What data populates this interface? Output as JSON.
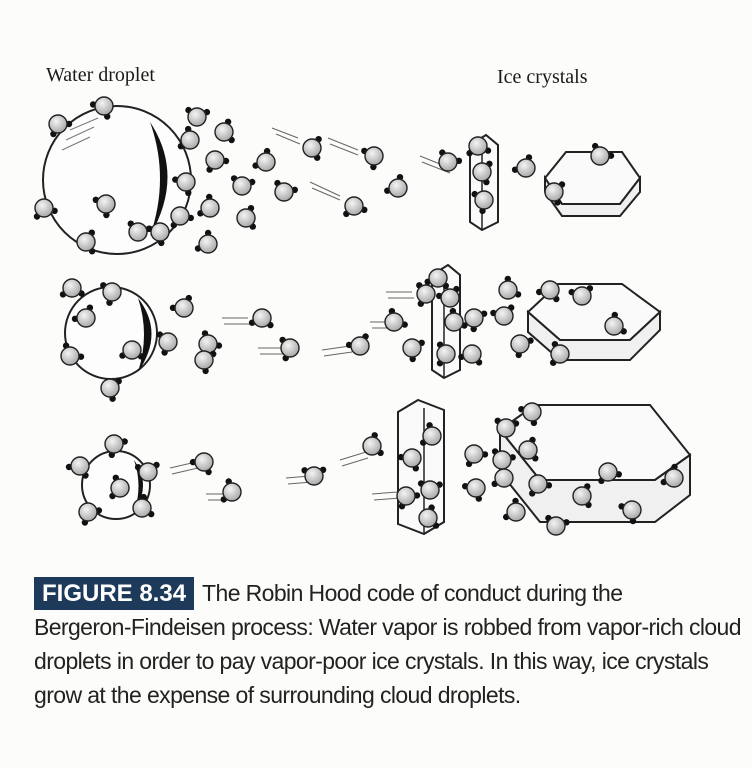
{
  "labels": {
    "water_droplet": "Water droplet",
    "ice_crystals": "Ice crystals"
  },
  "caption": {
    "figure_label": "FIGURE 8.34",
    "line1": "The Robin Hood code of conduct during the",
    "line2": "Bergeron-Findeisen process: Water vapor is robbed from vapor-rich cloud",
    "line3": "droplets in order to pay vapor-poor ice crystals. In this way, ice crystals",
    "line4": "grow at the expense of surrounding cloud droplets."
  },
  "colors": {
    "figure_badge": "#1e3a5a",
    "molecule_fill": "#c8c8c8",
    "outline": "#222222"
  }
}
